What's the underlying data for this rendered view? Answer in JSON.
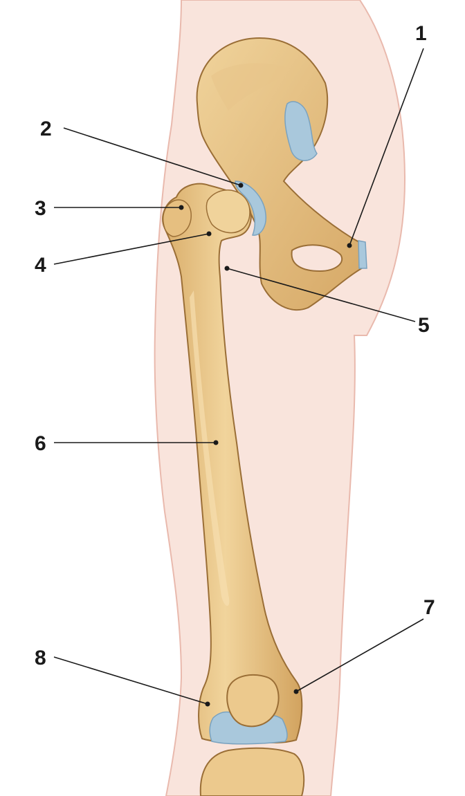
{
  "colors": {
    "background": "#ffffff",
    "skin": "#f9e4dc",
    "skin_edge": "#e9b9ad",
    "bone": "#ecc98d",
    "bone_shade": "#cf9f5a",
    "bone_outline": "#9a6e36",
    "cartilage": "#a9c8dc",
    "cartilage_edge": "#7aa2bf",
    "leader_line": "#1a1a1a"
  },
  "labels": [
    {
      "id": "1",
      "text": "1"
    },
    {
      "id": "2",
      "text": "2"
    },
    {
      "id": "3",
      "text": "3"
    },
    {
      "id": "4",
      "text": "4"
    },
    {
      "id": "5",
      "text": "5"
    },
    {
      "id": "6",
      "text": "6"
    },
    {
      "id": "7",
      "text": "7"
    },
    {
      "id": "8",
      "text": "8"
    }
  ]
}
